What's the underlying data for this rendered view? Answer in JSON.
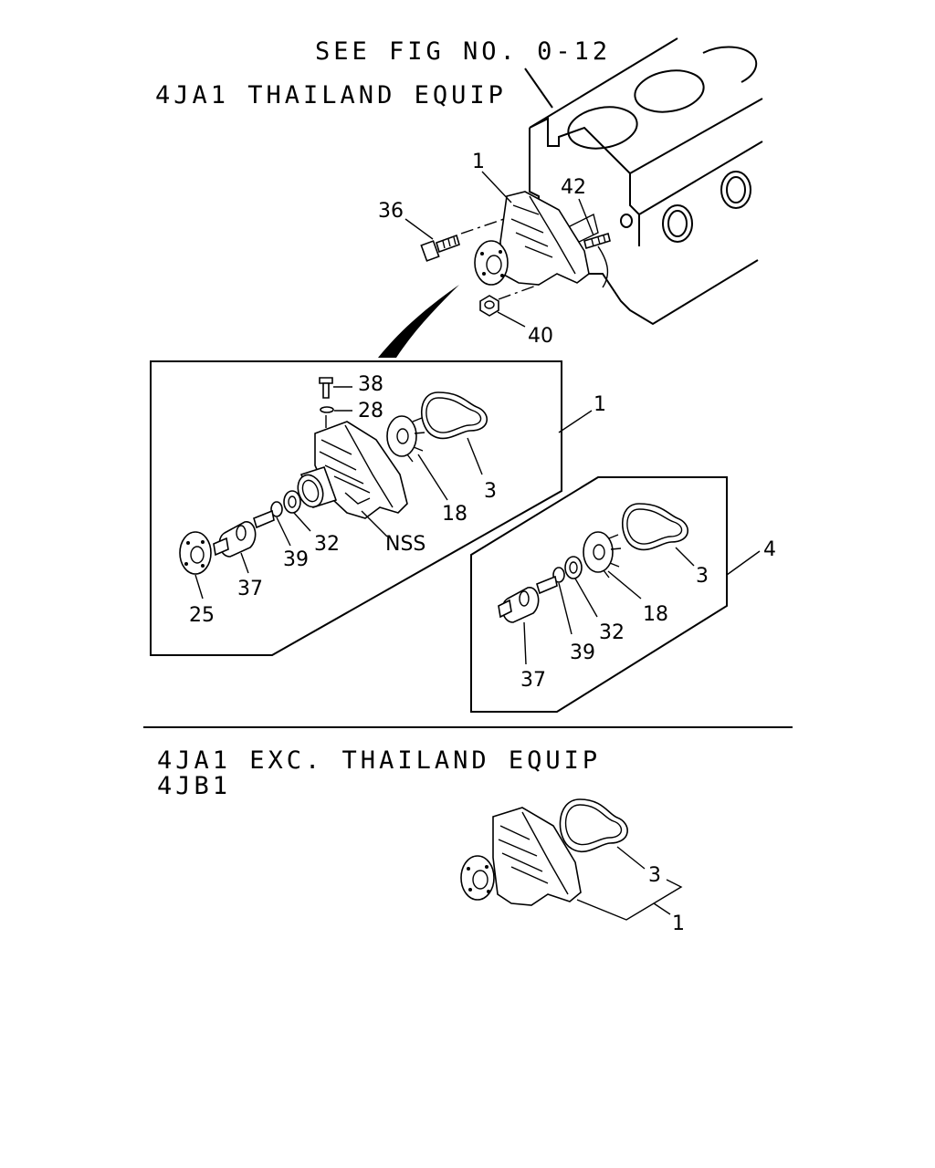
{
  "headings": {
    "see_fig": "SEE FIG NO. 0-12",
    "thailand": "4JA1 THAILAND EQUIP",
    "exc_thailand": "4JA1 EXC. THAILAND EQUIP",
    "jb1": "4JB1"
  },
  "callouts": {
    "top": {
      "c1": "1",
      "c36": "36",
      "c42": "42",
      "c40": "40"
    },
    "box_a": {
      "c38": "38",
      "c28": "28",
      "c1": "1",
      "c3": "3",
      "c18": "18",
      "c32": "32",
      "c39": "39",
      "c37": "37",
      "c25": "25",
      "nss": "NSS"
    },
    "box_b": {
      "c4": "4",
      "c3": "3",
      "c18": "18",
      "c32": "32",
      "c39": "39",
      "c37": "37"
    },
    "bottom": {
      "c3": "3",
      "c1": "1"
    }
  }
}
